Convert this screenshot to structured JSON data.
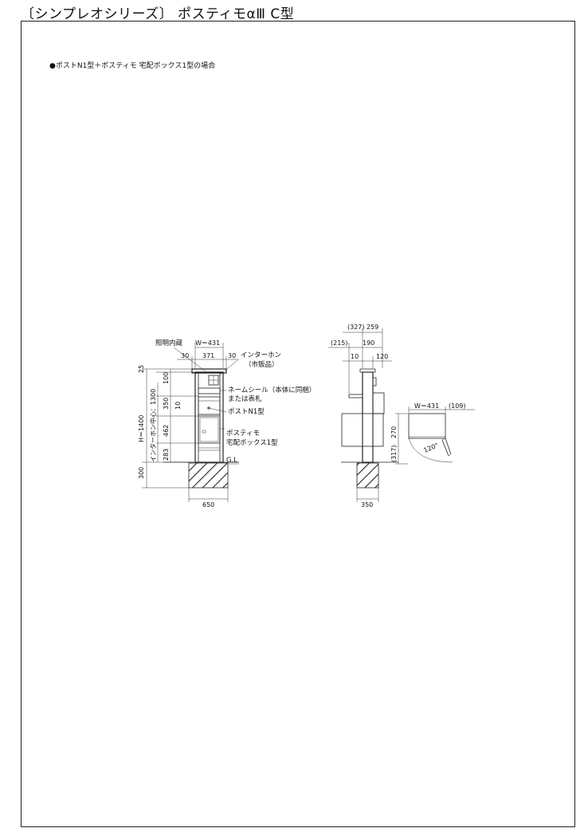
{
  "header": {
    "title": "〔シンプレオシリーズ〕 ポスティモαⅢ C型"
  },
  "caption": "●ポストN1型＋ポスティモ 宅配ボックス1型の場合",
  "front_view": {
    "labels": {
      "lighting": "照明内蔵",
      "width": "W＝431",
      "intercom_1": "インターホン",
      "intercom_2": "（市販品）",
      "nameplate_1": "ネームシール（本体に同梱）",
      "nameplate_2": "または表札",
      "post": "ポストN1型",
      "box_1": "ポスティモ",
      "box_2": "宅配ボックス1型",
      "gl": "G.L"
    },
    "dims": {
      "top_left": "30",
      "top_mid": "371",
      "top_right": "30",
      "h25": "25",
      "h100": "100",
      "h1300": "インターホン中心：1300",
      "h350": "350",
      "h10": "10",
      "h462": "462",
      "h283": "283",
      "h1400": "H＝1400",
      "h300": "300",
      "base": "650"
    }
  },
  "side_view": {
    "dims": {
      "d327": "(327)",
      "d259": "259",
      "d215": "(215)",
      "d190": "190",
      "d10": "10",
      "d120": "120",
      "base": "350"
    }
  },
  "plan_view": {
    "dims": {
      "width": "W＝431",
      "d109": "(109)",
      "d317": "(317)",
      "d270": "270",
      "angle": "120°"
    }
  }
}
